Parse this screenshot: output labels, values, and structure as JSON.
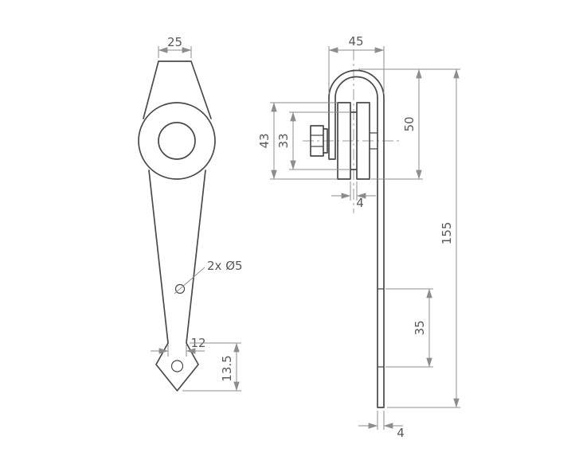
{
  "labels": {
    "front": {
      "top_width": "25",
      "holes_note": "2x Ø5",
      "neck_width": "12",
      "tip_height": "13.5"
    },
    "side": {
      "top_width": "45",
      "wheel_dia": "43",
      "groove_dia": "33",
      "height": "50",
      "groove_width": "4",
      "total_length": "155",
      "hole_spacing": "35",
      "thickness": "4"
    }
  },
  "colors": {
    "part_line": "#4a4a4a",
    "dimension_line": "#8d8d8d",
    "text": "#585858",
    "background": "#ffffff"
  }
}
